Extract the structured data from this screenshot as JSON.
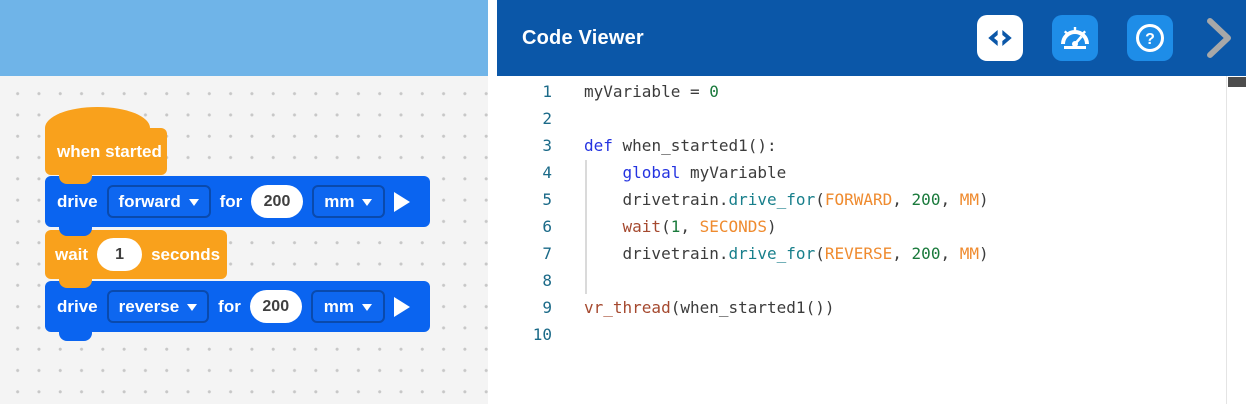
{
  "colors": {
    "header_blue": "#0b57a8",
    "toolbox_band_blue": "#6fb4e8",
    "icon_button_blue": "#1e8de8",
    "block_blue": "#0a64f0",
    "block_orange": "#f9a11c",
    "canvas_bg": "#f4f4f4",
    "chevron_gray": "#a8a8a8"
  },
  "blocks": {
    "when_started": {
      "label": "when started"
    },
    "drive_forward": {
      "verb": "drive",
      "direction": "forward",
      "for_label": "for",
      "distance": "200",
      "unit": "mm"
    },
    "wait": {
      "verb": "wait",
      "duration": "1",
      "unit_label": "seconds"
    },
    "drive_reverse": {
      "verb": "drive",
      "direction": "reverse",
      "for_label": "for",
      "distance": "200",
      "unit": "mm"
    }
  },
  "code_viewer": {
    "title": "Code Viewer",
    "help_glyph": "?",
    "icons": [
      "code-icon",
      "gauge-icon",
      "question-icon",
      "chevron-right-icon"
    ],
    "syntax_colors": {
      "default": "#3c3c3c",
      "keyword": "#2433e0",
      "method": "#187f8b",
      "function": "#a5492f",
      "constant": "#ef8b2f",
      "number": "#1a7a3c",
      "line_number": "#1b6a88"
    },
    "lines": [
      {
        "num": "1",
        "tokens": [
          {
            "t": "myVariable = ",
            "c": "default"
          },
          {
            "t": "0",
            "c": "number"
          }
        ]
      },
      {
        "num": "2",
        "tokens": []
      },
      {
        "num": "3",
        "tokens": [
          {
            "t": "def",
            "c": "keyword"
          },
          {
            "t": " when_started1():",
            "c": "default"
          }
        ]
      },
      {
        "num": "4",
        "tokens": [
          {
            "t": "    ",
            "c": "default"
          },
          {
            "t": "global",
            "c": "keyword"
          },
          {
            "t": " myVariable",
            "c": "default"
          }
        ]
      },
      {
        "num": "5",
        "tokens": [
          {
            "t": "    drivetrain.",
            "c": "default"
          },
          {
            "t": "drive_for",
            "c": "method"
          },
          {
            "t": "(",
            "c": "default"
          },
          {
            "t": "FORWARD",
            "c": "constant"
          },
          {
            "t": ", ",
            "c": "default"
          },
          {
            "t": "200",
            "c": "number"
          },
          {
            "t": ", ",
            "c": "default"
          },
          {
            "t": "MM",
            "c": "constant"
          },
          {
            "t": ")",
            "c": "default"
          }
        ]
      },
      {
        "num": "6",
        "tokens": [
          {
            "t": "    ",
            "c": "default"
          },
          {
            "t": "wait",
            "c": "function"
          },
          {
            "t": "(",
            "c": "default"
          },
          {
            "t": "1",
            "c": "number"
          },
          {
            "t": ", ",
            "c": "default"
          },
          {
            "t": "SECONDS",
            "c": "constant"
          },
          {
            "t": ")",
            "c": "default"
          }
        ]
      },
      {
        "num": "7",
        "tokens": [
          {
            "t": "    drivetrain.",
            "c": "default"
          },
          {
            "t": "drive_for",
            "c": "method"
          },
          {
            "t": "(",
            "c": "default"
          },
          {
            "t": "REVERSE",
            "c": "constant"
          },
          {
            "t": ", ",
            "c": "default"
          },
          {
            "t": "200",
            "c": "number"
          },
          {
            "t": ", ",
            "c": "default"
          },
          {
            "t": "MM",
            "c": "constant"
          },
          {
            "t": ")",
            "c": "default"
          }
        ]
      },
      {
        "num": "8",
        "tokens": []
      },
      {
        "num": "9",
        "tokens": [
          {
            "t": "vr_thread",
            "c": "function"
          },
          {
            "t": "(when_started1())",
            "c": "default"
          }
        ]
      },
      {
        "num": "10",
        "tokens": []
      }
    ]
  }
}
